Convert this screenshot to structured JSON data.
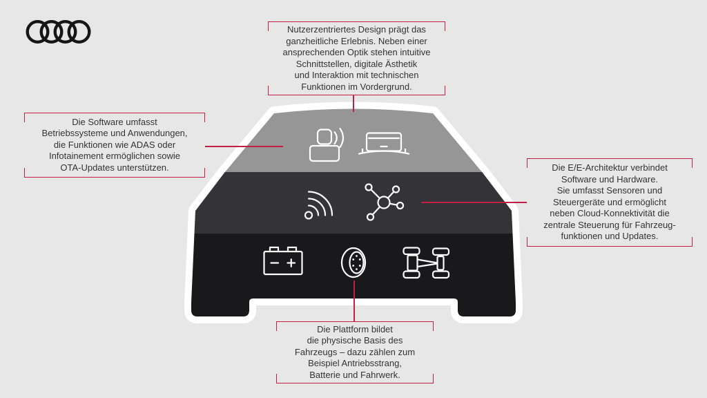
{
  "page": {
    "background": "#e7e7e7"
  },
  "brand": {
    "name": "Audi",
    "logo_icon": "audi-rings-icon",
    "logo_color": "#161616"
  },
  "palette": {
    "accent_red": "#c41e45",
    "text": "#333333",
    "car_outline": "#ffffff",
    "layer_top_gray": "#969696",
    "layer_middle_gray": "#343438",
    "layer_bottom_black": "#19191b"
  },
  "callouts": {
    "design": {
      "text": "Nutzerzentriertes Design prägt das\nganzheitliche Erlebnis. Neben einer\nansprechenden Optik stehen intuitive\nSchnittstellen, digitale Ästhetik\nund Interaktion mit technischen\nFunktionen im Vordergrund."
    },
    "software": {
      "text": "Die Software umfasst\nBetriebssysteme und Anwendungen,\ndie Funktionen wie ADAS oder\nInfotainement ermöglichen sowie\nOTA-Updates unterstützen."
    },
    "ee_architecture": {
      "text": "Die E/E-Architektur verbindet\nSoftware und Hardware.\nSie umfasst Sensoren und\nSteuergeräte und ermöglicht\nneben Cloud-Konnektivität die\nzentrale Steuerung für Fahrzeug-\nfunktionen und Updates."
    },
    "platform": {
      "text": "Die Plattform bildet\ndie physische Basis des\nFahrzeugs – dazu zählen zum\nBeispiel Antriebsstrang,\nBatterie und Fahrwerk."
    }
  },
  "car": {
    "layers": [
      {
        "name": "design-layer",
        "icons": [
          "voice-assistant-icon",
          "cockpit-display-icon"
        ]
      },
      {
        "name": "software-ee-layer",
        "icons": [
          "connectivity-signal-icon",
          "network-hub-icon"
        ]
      },
      {
        "name": "platform-layer",
        "icons": [
          "battery-icon",
          "tire-icon",
          "chassis-icon"
        ]
      }
    ]
  }
}
